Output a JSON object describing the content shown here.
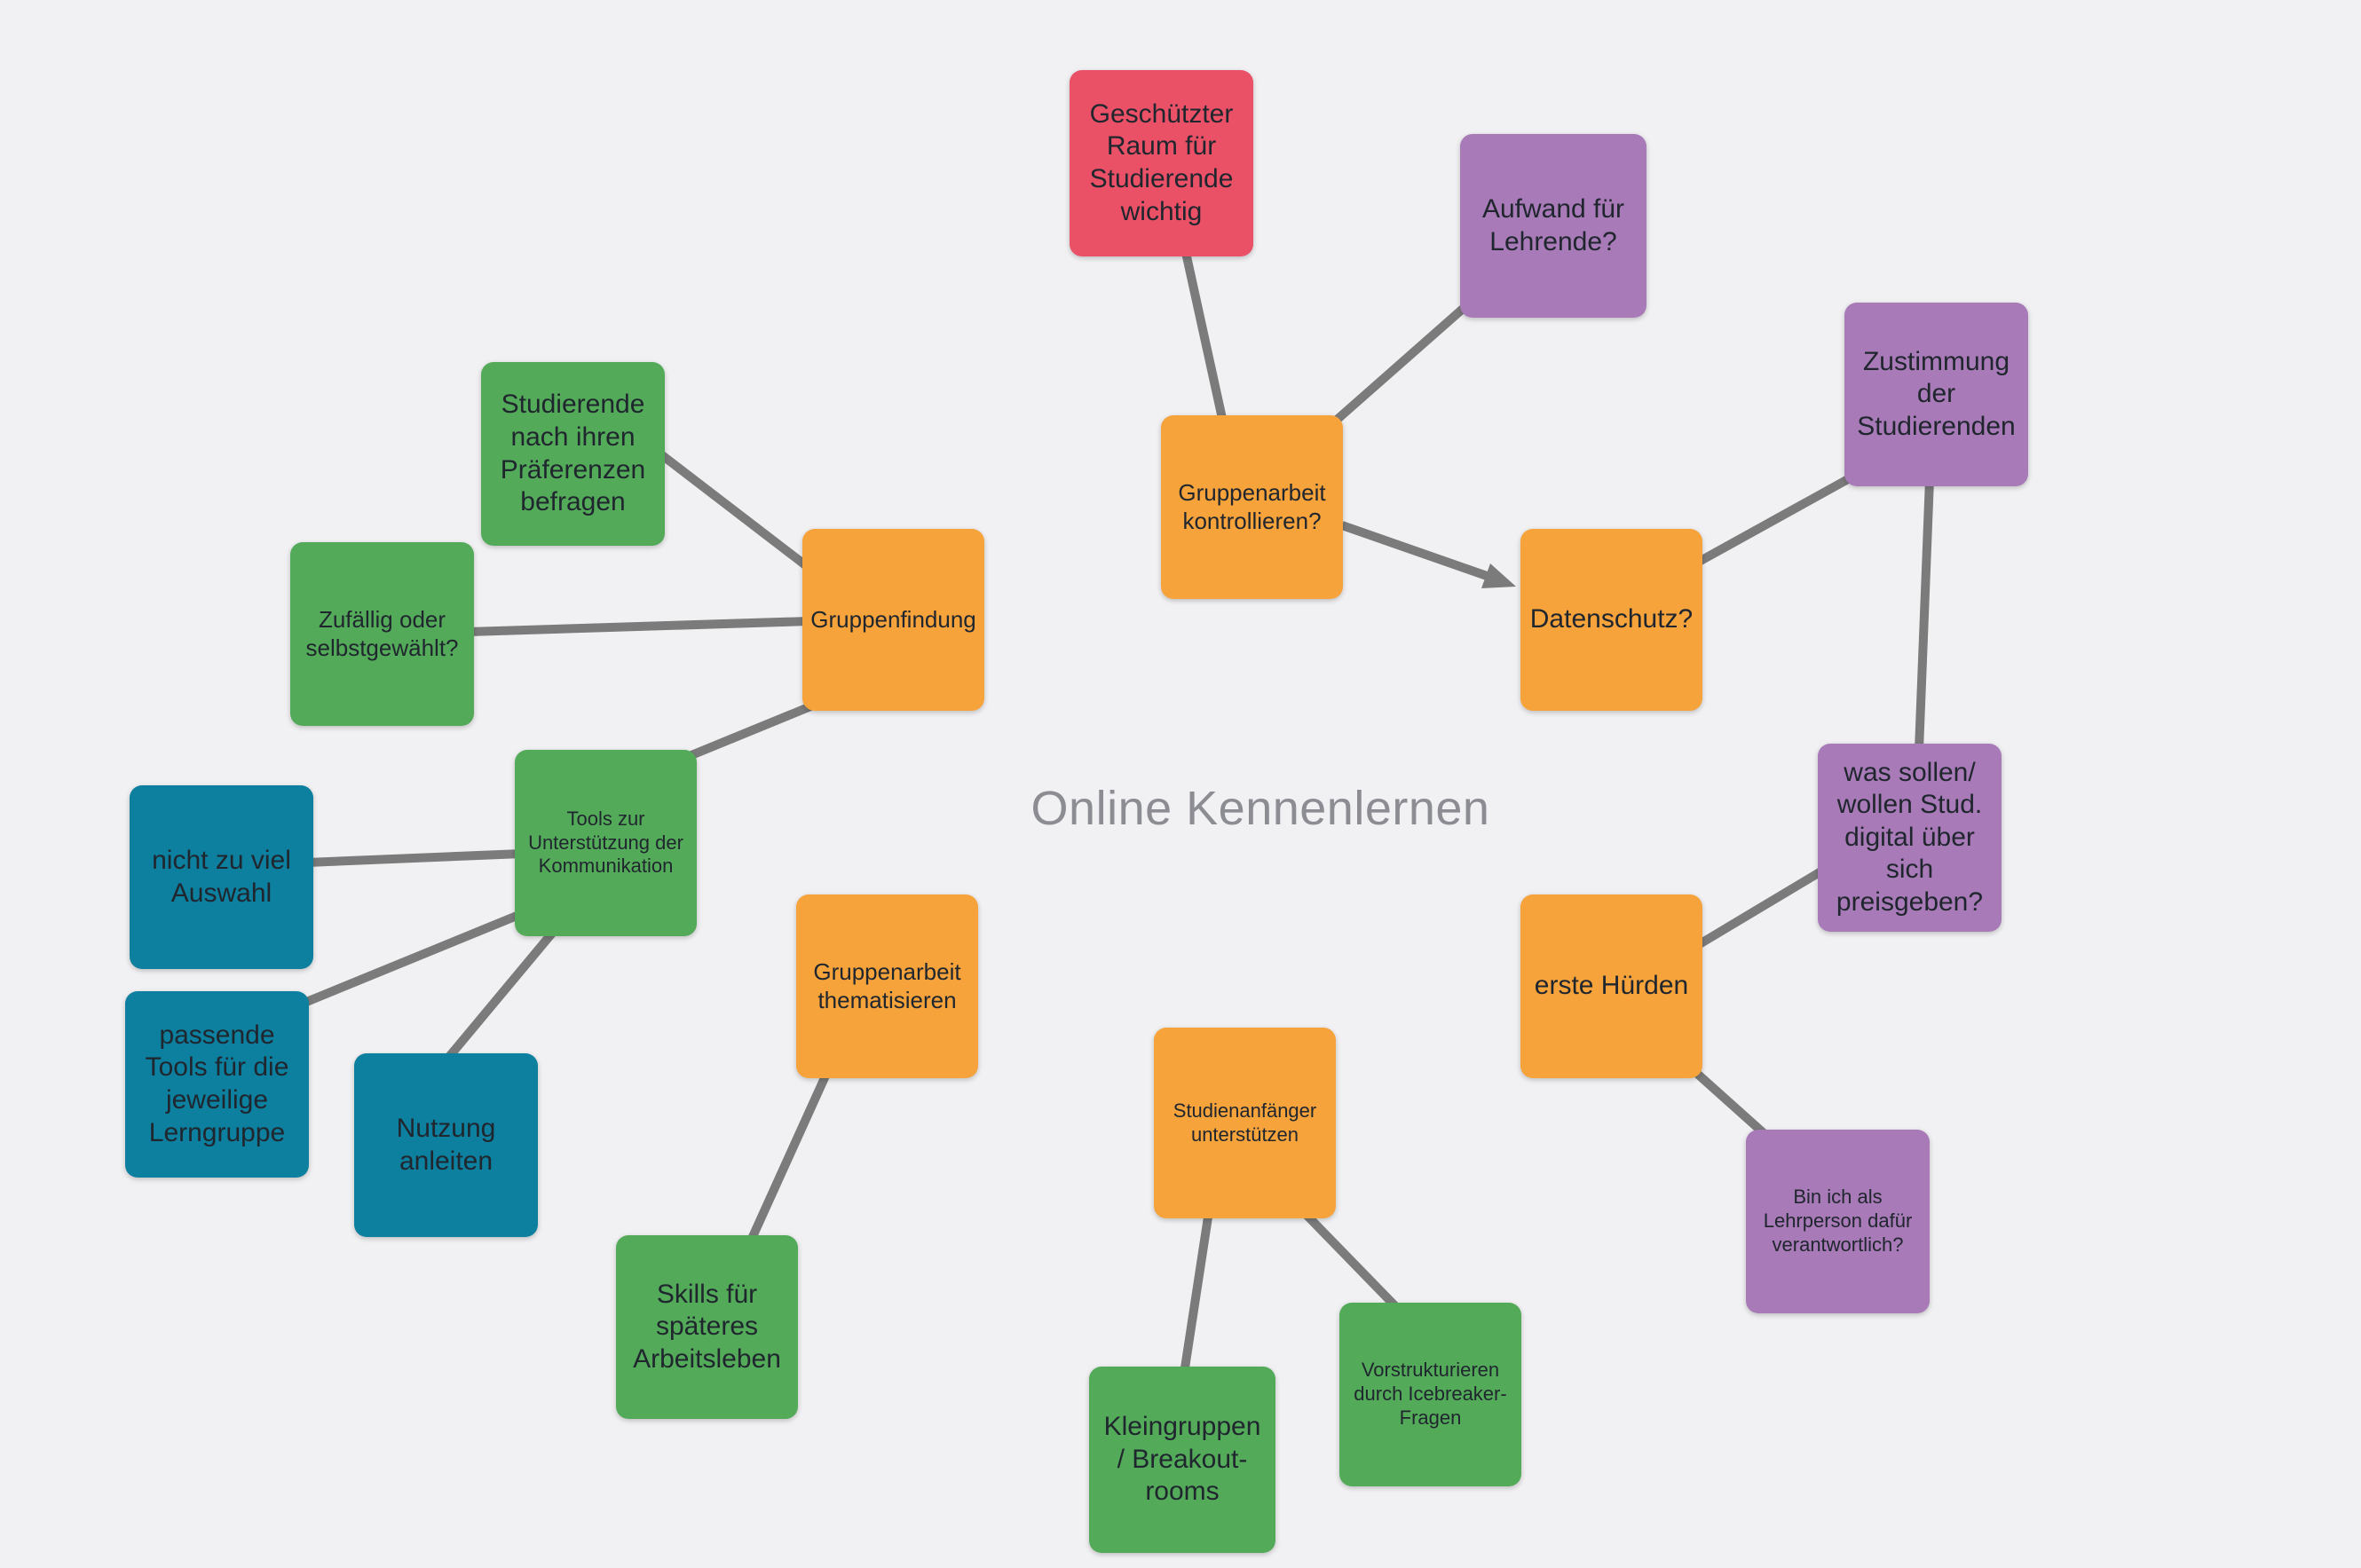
{
  "canvas": {
    "title": "Online Kennenlernen",
    "background": "#F1F1F3",
    "title_color": "#8C8C93"
  },
  "colors": {
    "orange": "#F6A33C",
    "green": "#53AB5A",
    "teal": "#0D7F9F",
    "red": "#EA5167",
    "purple": "#A87AB8",
    "edge": "#7B7B7B",
    "node_text": "#20262E"
  },
  "nodes": [
    {
      "id": "geschuetzter-raum",
      "label": "Geschützter Raum für Studierende wichtig",
      "color": "red"
    },
    {
      "id": "aufwand-lehrende",
      "label": "Aufwand für Lehrende?",
      "color": "purple"
    },
    {
      "id": "zustimmung-studierenden",
      "label": "Zustimmung der Studierenden",
      "color": "purple"
    },
    {
      "id": "studierende-praeferenzen",
      "label": "Studierende nach ihren Präferenzen befragen",
      "color": "green"
    },
    {
      "id": "zufaellig-selbstgewaehlt",
      "label": "Zufällig oder selbstgewählt?",
      "color": "green"
    },
    {
      "id": "gruppenfindung",
      "label": "Gruppenfindung",
      "color": "orange"
    },
    {
      "id": "gruppenarbeit-kontrollieren",
      "label": "Gruppenarbeit kontrollieren?",
      "color": "orange"
    },
    {
      "id": "datenschutz",
      "label": "Datenschutz?",
      "color": "orange"
    },
    {
      "id": "tools-kommunikation",
      "label": "Tools zur Unterstützung der Kommunikation",
      "color": "green"
    },
    {
      "id": "nicht-zu-viel-auswahl",
      "label": "nicht zu viel Auswahl",
      "color": "teal"
    },
    {
      "id": "passende-tools",
      "label": "passende Tools für die jeweilige Lerngruppe",
      "color": "teal"
    },
    {
      "id": "nutzung-anleiten",
      "label": "Nutzung anleiten",
      "color": "teal"
    },
    {
      "id": "gruppenarbeit-thematisieren",
      "label": "Gruppenarbeit thematisieren",
      "color": "orange"
    },
    {
      "id": "skills-arbeitsleben",
      "label": "Skills für späteres Arbeitsleben",
      "color": "green"
    },
    {
      "id": "studienanfaenger-unterstuetzen",
      "label": "Studienanfänger unterstützen",
      "color": "orange"
    },
    {
      "id": "kleingruppen-breakout",
      "label": "Kleingruppen / Breakout-rooms",
      "color": "green"
    },
    {
      "id": "vorstrukturieren-icebreaker",
      "label": "Vorstrukturieren durch Icebreaker-Fragen",
      "color": "green"
    },
    {
      "id": "erste-huerden",
      "label": "erste Hürden",
      "color": "orange"
    },
    {
      "id": "was-sollen-preisgeben",
      "label": "was sollen/ wollen Stud. digital über sich preisgeben?",
      "color": "purple"
    },
    {
      "id": "bin-ich-verantwortlich",
      "label": "Bin ich als Lehrperson dafür verantwortlich?",
      "color": "purple"
    }
  ],
  "edges": [
    {
      "from": "geschuetzter-raum",
      "to": "gruppenarbeit-kontrollieren",
      "arrow": false
    },
    {
      "from": "aufwand-lehrende",
      "to": "gruppenarbeit-kontrollieren",
      "arrow": false
    },
    {
      "from": "gruppenarbeit-kontrollieren",
      "to": "datenschutz",
      "arrow": true
    },
    {
      "from": "zustimmung-studierenden",
      "to": "datenschutz",
      "arrow": false
    },
    {
      "from": "zustimmung-studierenden",
      "to": "was-sollen-preisgeben",
      "arrow": false
    },
    {
      "from": "was-sollen-preisgeben",
      "to": "erste-huerden",
      "arrow": false
    },
    {
      "from": "erste-huerden",
      "to": "bin-ich-verantwortlich",
      "arrow": false
    },
    {
      "from": "studierende-praeferenzen",
      "to": "gruppenfindung",
      "arrow": false
    },
    {
      "from": "zufaellig-selbstgewaehlt",
      "to": "gruppenfindung",
      "arrow": false
    },
    {
      "from": "tools-kommunikation",
      "to": "gruppenfindung",
      "arrow": false
    },
    {
      "from": "nicht-zu-viel-auswahl",
      "to": "tools-kommunikation",
      "arrow": false
    },
    {
      "from": "passende-tools",
      "to": "tools-kommunikation",
      "arrow": false
    },
    {
      "from": "nutzung-anleiten",
      "to": "tools-kommunikation",
      "arrow": false
    },
    {
      "from": "gruppenarbeit-thematisieren",
      "to": "skills-arbeitsleben",
      "arrow": false
    },
    {
      "from": "studienanfaenger-unterstuetzen",
      "to": "kleingruppen-breakout",
      "arrow": false
    },
    {
      "from": "studienanfaenger-unterstuetzen",
      "to": "vorstrukturieren-icebreaker",
      "arrow": false
    }
  ]
}
